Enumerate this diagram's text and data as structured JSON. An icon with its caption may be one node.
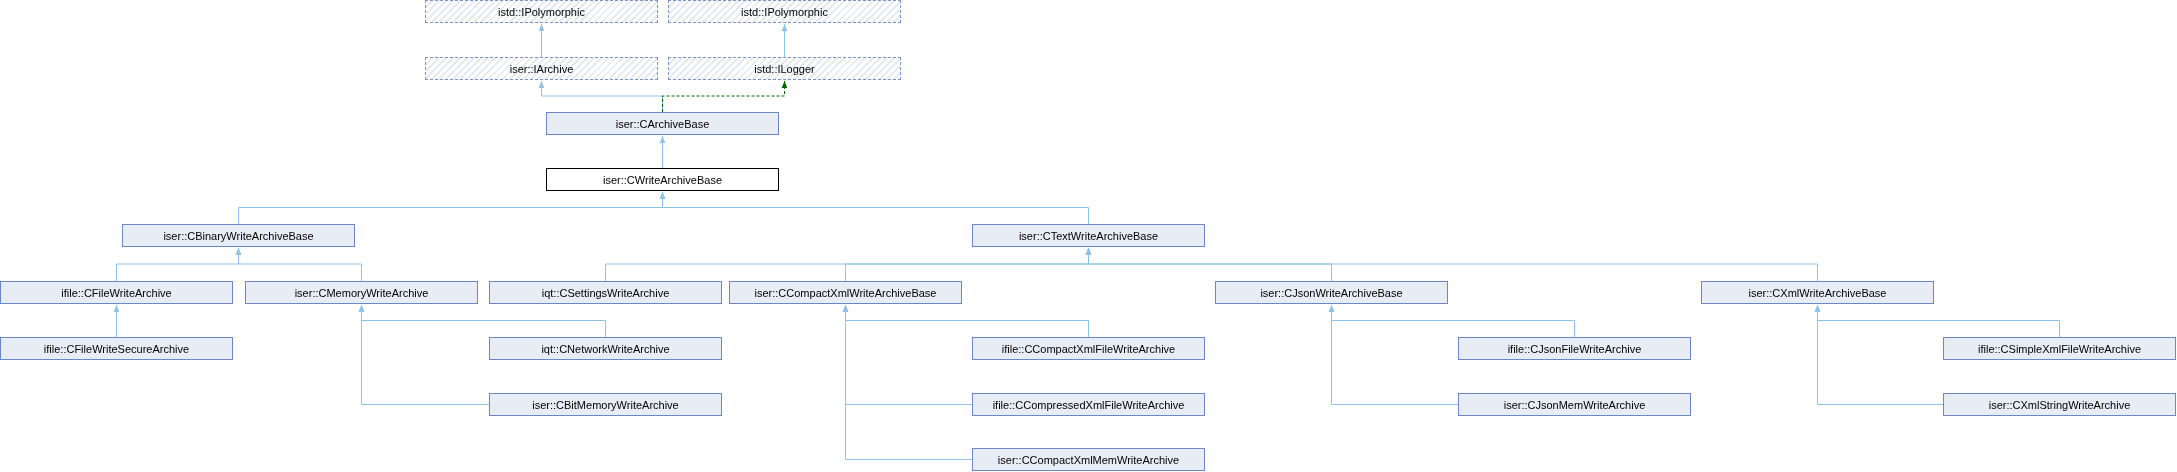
{
  "diagram": {
    "nodes": [
      {
        "text": [
          "istd::IPolymorphic"
        ]
      },
      {
        "text": [
          "istd::IPolymorphic"
        ]
      },
      {
        "text": [
          "iser::IArchive"
        ]
      },
      {
        "text": [
          "istd::ILogger"
        ]
      },
      {
        "text": [
          "iser::CArchiveBase"
        ]
      },
      {
        "text": [
          "iser::CWriteArchiveBase"
        ]
      },
      {
        "text": [
          "iser::CBinaryWriteArchiveBase"
        ]
      },
      {
        "text": [
          "iser::CTextWriteArchiveBase"
        ]
      },
      {
        "text": [
          "ifile::CFileWriteArchive"
        ]
      },
      {
        "text": [
          "iser::CMemoryWriteArchive"
        ]
      },
      {
        "text": [
          "iqt::CSettingsWriteArchive"
        ]
      },
      {
        "text": [
          "iser::CCompactXmlWriteArchiveBase"
        ]
      },
      {
        "text": [
          "iser::CJsonWriteArchiveBase"
        ]
      },
      {
        "text": [
          "iser::CXmlWriteArchiveBase"
        ]
      },
      {
        "text": [
          "ifile::CFileWriteSecureArchive"
        ]
      },
      {
        "text": [
          "iqt::CNetworkWriteArchive"
        ]
      },
      {
        "text": [
          "ifile::CCompactXmlFileWriteArchive"
        ]
      },
      {
        "text": [
          "ifile::CJsonFileWriteArchive"
        ]
      },
      {
        "text": [
          "ifile::CSimpleXmlFileWriteArchive"
        ]
      },
      {
        "text": [
          "iser::CBitMemoryWriteArchive"
        ]
      },
      {
        "text": [
          "ifile::CCompressedXmlFileWriteArchive"
        ]
      },
      {
        "text": [
          "iser::CJsonMemWriteArchive"
        ]
      },
      {
        "text": [
          "iser::CXmlStringWriteArchive"
        ]
      },
      {
        "text": [
          "iser::CCompactXmlMemWriteArchive"
        ]
      }
    ],
    "edges": [
      {
        "from": 2,
        "to": 0,
        "arrow": "to"
      },
      {
        "from": 3,
        "to": 1,
        "arrow": "to"
      },
      {
        "from": 4,
        "to": 2,
        "arrow": "to"
      },
      {
        "from": 4,
        "to": 3,
        "arrow": "to",
        "style": "dashed",
        "color": "#006400"
      },
      {
        "from": 5,
        "to": 4,
        "arrow": "to"
      },
      {
        "from": 6,
        "to": 5,
        "arrow": "to"
      },
      {
        "from": 7,
        "to": 5,
        "arrow": "to"
      },
      {
        "from": 8,
        "to": 6,
        "arrow": "to"
      },
      {
        "from": 9,
        "to": 6,
        "arrow": "to"
      },
      {
        "from": 14,
        "to": 8,
        "arrow": "to"
      },
      {
        "from": 15,
        "to": 9,
        "arrow": "to"
      },
      {
        "from": 19,
        "to": 9,
        "arrow": "to"
      },
      {
        "from": 10,
        "to": 7,
        "arrow": "to"
      },
      {
        "from": 11,
        "to": 7,
        "arrow": "to"
      },
      {
        "from": 12,
        "to": 7,
        "arrow": "to"
      },
      {
        "from": 13,
        "to": 7,
        "arrow": "to"
      },
      {
        "from": 16,
        "to": 11,
        "arrow": "to"
      },
      {
        "from": 20,
        "to": 11,
        "arrow": "to"
      },
      {
        "from": 23,
        "to": 11,
        "arrow": "to"
      },
      {
        "from": 17,
        "to": 12,
        "arrow": "to"
      },
      {
        "from": 21,
        "to": 12,
        "arrow": "to"
      },
      {
        "from": 18,
        "to": 13,
        "arrow": "to"
      },
      {
        "from": 22,
        "to": 13,
        "arrow": "to"
      }
    ]
  }
}
